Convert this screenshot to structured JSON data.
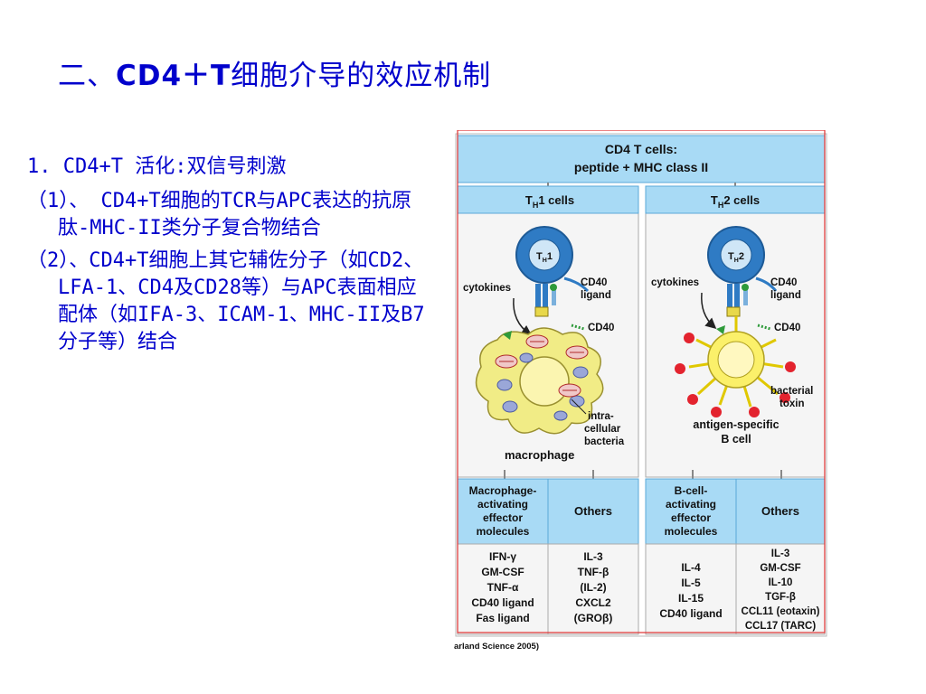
{
  "title": {
    "prefix": "二、",
    "latin": "CD4＋T",
    "suffix": "细胞介导的效应机制"
  },
  "body": {
    "heading": "1. CD4+T 活化:双信号刺激",
    "item1": "（1）、 CD4+T细胞的TCR与APC表达的抗原肽-MHC-II类分子复合物结合",
    "item2": "（2）、CD4+T细胞上其它辅佐分子（如CD2、LFA-1、CD4及CD28等）与APC表面相应配体（如IFA-3、ICAM-1、MHC-II及B7分子等）结合"
  },
  "figure": {
    "header_line1": "CD4 T cells:",
    "header_line2": "peptide + MHC class II",
    "th1_header": "T",
    "th1_header_sub": "H",
    "th1_header_rest": "1 cells",
    "th2_header": "T",
    "th2_header_sub": "H",
    "th2_header_rest": "2 cells",
    "th1_cell_label": "T",
    "th1_cell_sub": "H",
    "th1_cell_rest": "1",
    "th2_cell_label": "T",
    "th2_cell_sub": "H",
    "th2_cell_rest": "2",
    "th1_cytokines": "cytokines",
    "th2_cytokines": "cytokines",
    "th1_cd40l_1": "CD40",
    "th1_cd40l_2": "ligand",
    "th2_cd40l_1": "CD40",
    "th2_cd40l_2": "ligand",
    "th1_cd40": "CD40",
    "th2_cd40": "CD40",
    "bacteria_1": "intra-",
    "bacteria_2": "cellular",
    "bacteria_3": "bacteria",
    "macrophage": "macrophage",
    "toxin_1": "bacterial",
    "toxin_2": "toxin",
    "bcell_1": "antigen-specific",
    "bcell_2": "B cell",
    "mac_box_1": "Macrophage-",
    "mac_box_2": "activating",
    "mac_box_3": "effector",
    "mac_box_4": "molecules",
    "others_left": "Others",
    "bcell_box_1": "B-cell-",
    "bcell_box_2": "activating",
    "bcell_box_3": "effector",
    "bcell_box_4": "molecules",
    "others_right": "Others",
    "list_mac": [
      "IFN-γ",
      "GM-CSF",
      "TNF-α",
      "CD40 ligand",
      "Fas ligand"
    ],
    "list_others_left": [
      "IL-3",
      "TNF-β",
      "(IL-2)",
      "CXCL2",
      "(GROβ)"
    ],
    "list_bcell": [
      "IL-4",
      "IL-5",
      "IL-15",
      "CD40 ligand"
    ],
    "list_others_right": [
      "IL-3",
      "GM-CSF",
      "IL-10",
      "TGF-β",
      "CCL11 (eotaxin)",
      "CCL17 (TARC)"
    ],
    "credit": "arland Science 2005)"
  },
  "colors": {
    "title_blue": "#0000cc",
    "box_blue": "#a8daf5",
    "box_border": "#5aa8d8",
    "red_frame": "#e03030",
    "cell_blue": "#2f7bc4",
    "macrophage_yellow": "#f1ec86",
    "nucleus_yellow": "#fbf5b0",
    "toxin_red": "#e3232e",
    "receptor_green": "#2e9a3a"
  }
}
